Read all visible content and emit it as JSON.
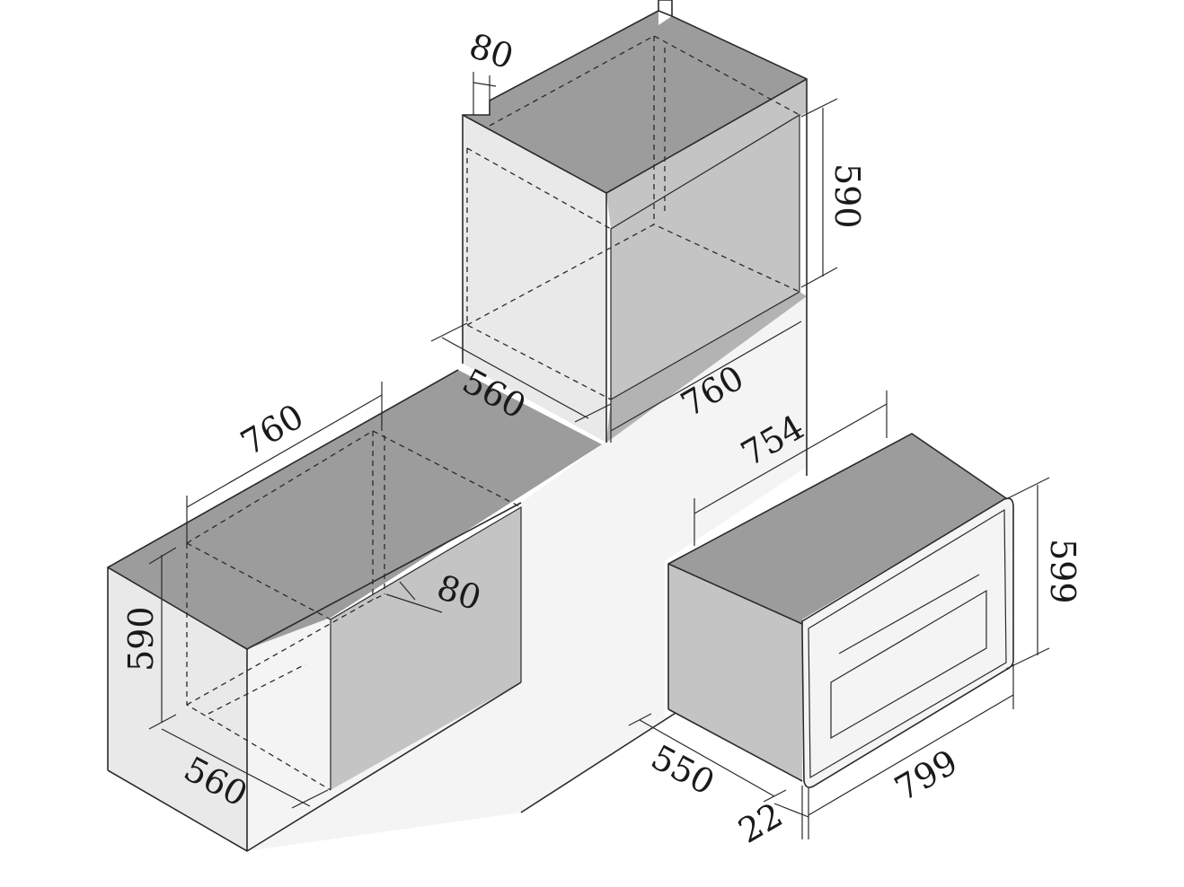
{
  "colors": {
    "top_face": "#9c9c9c",
    "side_face": "#e9e9e9",
    "inner_face": "#c4c4c4",
    "front_face": "#f4f4f4",
    "line": "#2a2a2a"
  },
  "upper_cabinet": {
    "depth_top": "80",
    "height": "590",
    "depth": "560",
    "width": "760"
  },
  "lower_cabinet": {
    "width": "760",
    "depth_top": "80",
    "height": "590",
    "depth": "560"
  },
  "oven": {
    "width": "754",
    "height": "599",
    "depth": "550",
    "front_width": "799",
    "front_thickness": "22"
  }
}
